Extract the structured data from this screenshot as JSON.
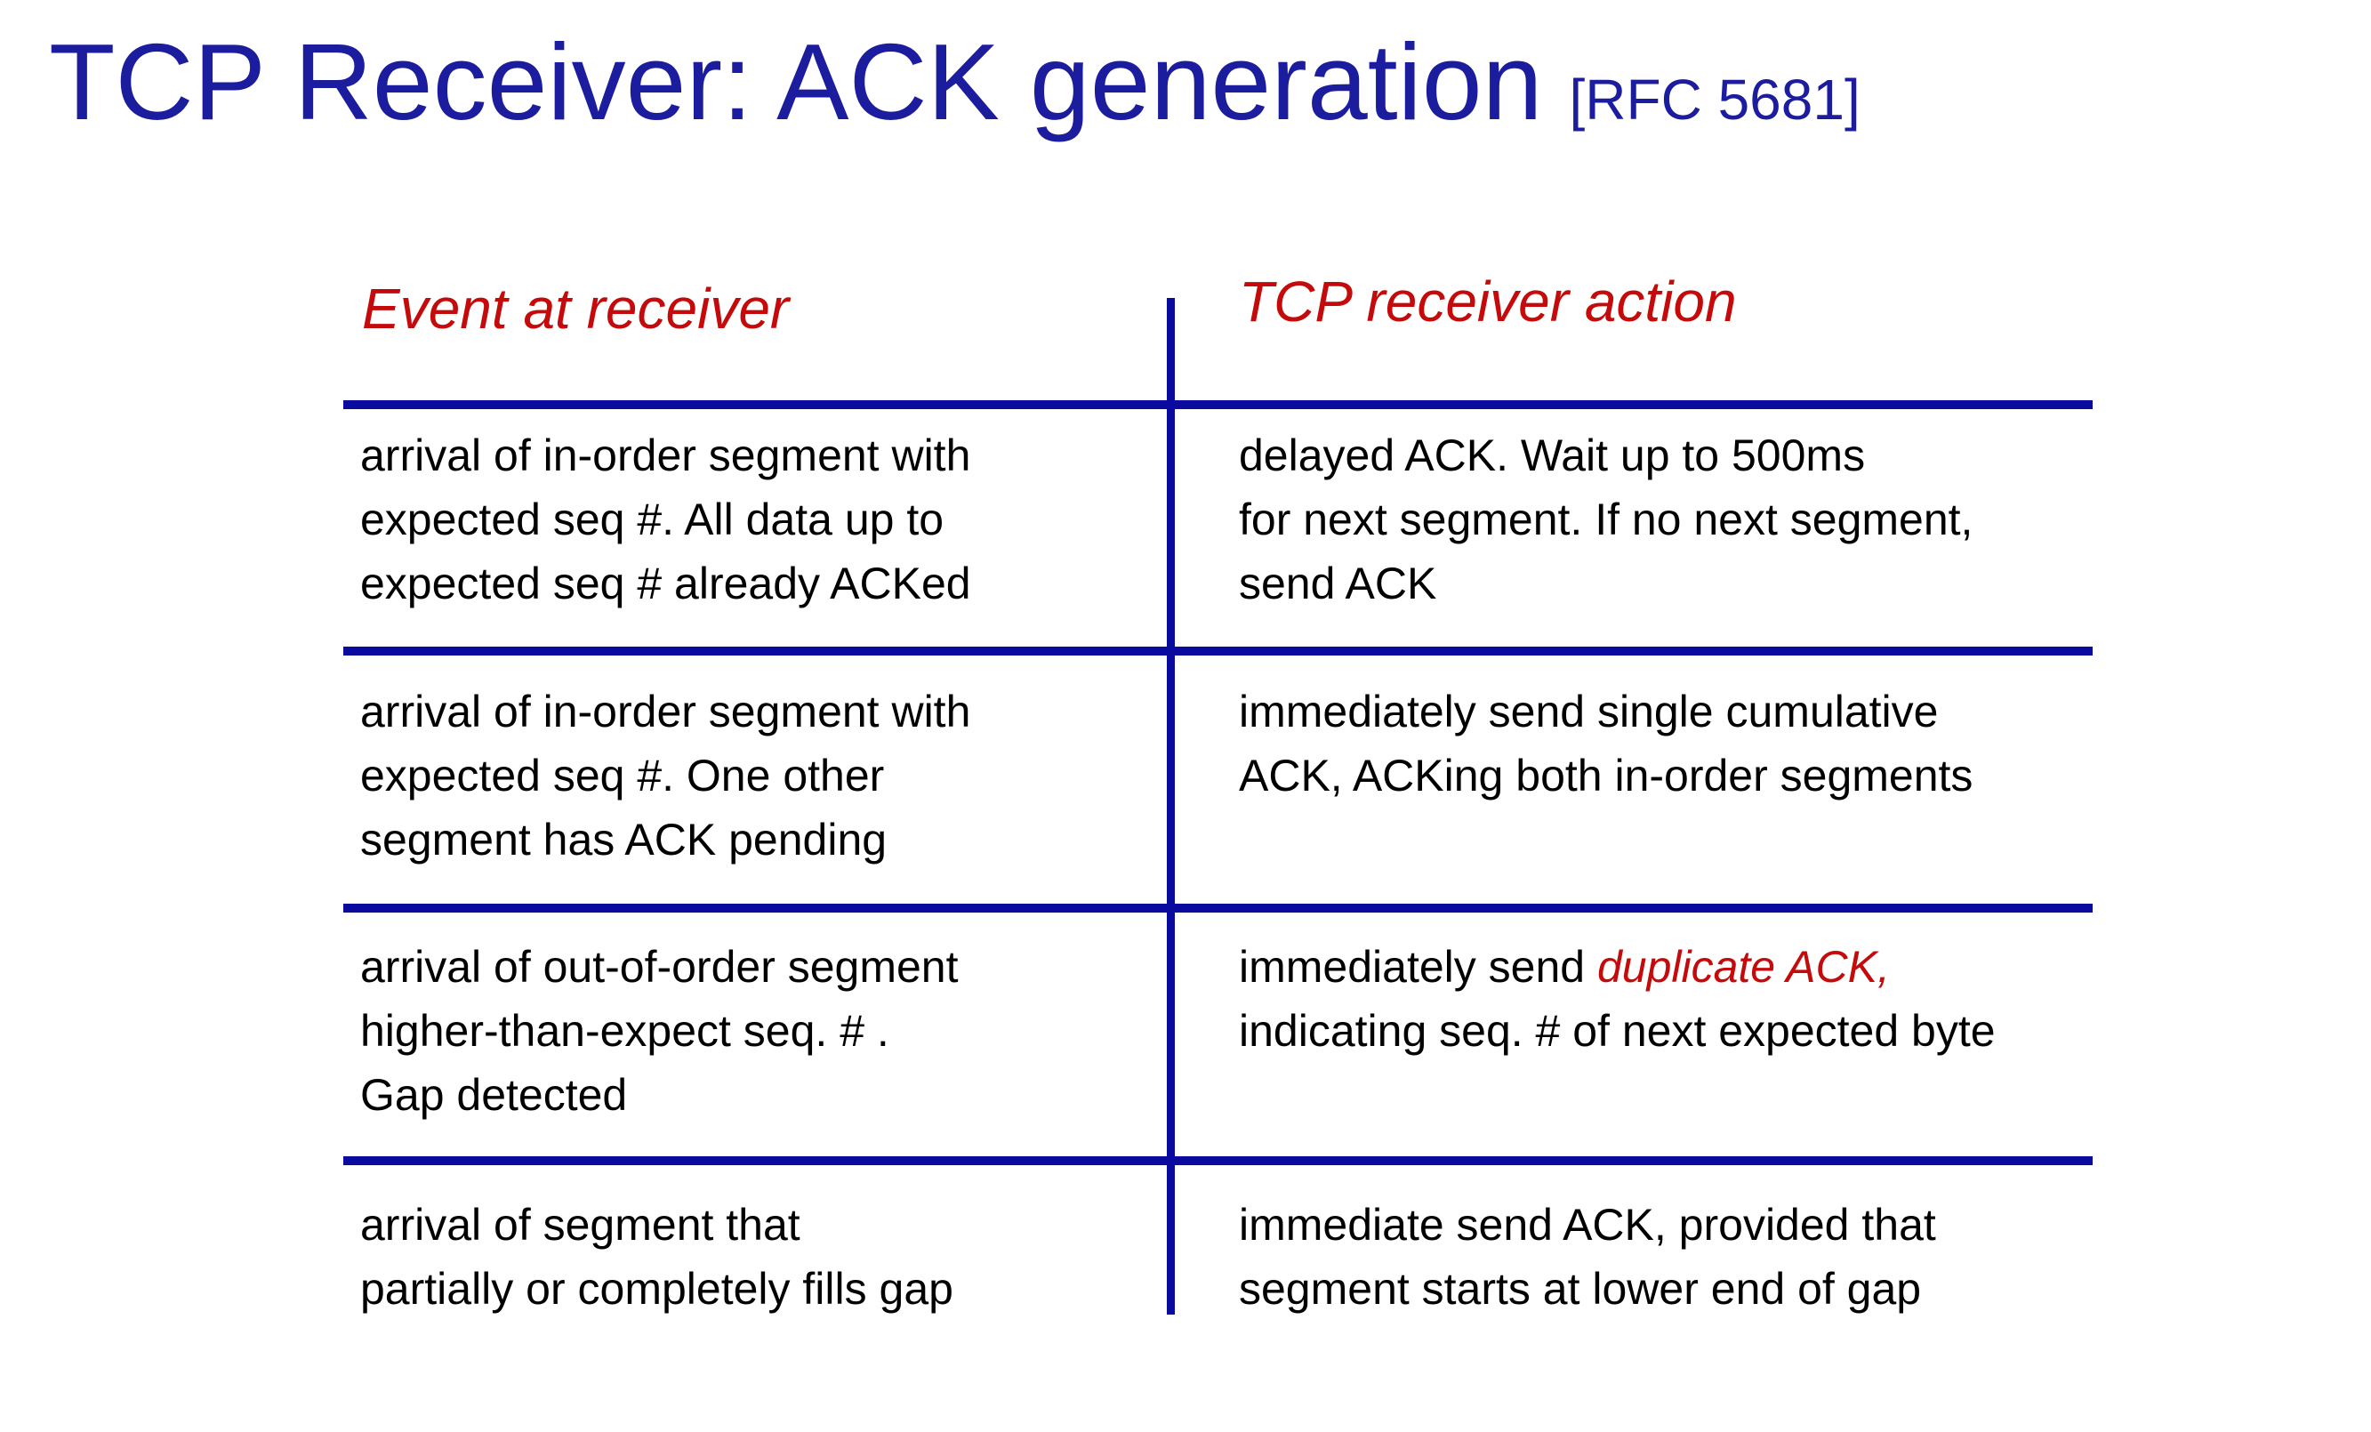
{
  "title": {
    "main": "TCP Receiver: ACK generation",
    "ref": "[RFC 5681]"
  },
  "colors": {
    "title_blue": "#1c1c9e",
    "rule_blue": "#0a0a9e",
    "accent_red": "#c40a0a",
    "body_text": "#000000"
  },
  "table": {
    "header_left": "Event at receiver",
    "header_right": "TCP receiver action",
    "rows": [
      {
        "event": "arrival of in-order segment with\nexpected seq #. All data up to\nexpected seq # already ACKed",
        "action": "delayed ACK. Wait up to 500ms\nfor next segment. If no next segment,\nsend ACK"
      },
      {
        "event": "arrival of in-order segment with\nexpected seq #. One other\nsegment has ACK pending",
        "action": "immediately send single cumulative\nACK, ACKing both in-order segments"
      },
      {
        "event": "arrival of out-of-order segment\nhigher-than-expect seq. # .\nGap detected",
        "action_pre": "immediately send ",
        "action_em": "duplicate ACK,",
        "action_post": "\nindicating seq. # of next expected byte"
      },
      {
        "event": "arrival of segment that\npartially or completely fills gap",
        "action": "immediate send ACK, provided that\nsegment starts at lower end of gap"
      }
    ]
  }
}
